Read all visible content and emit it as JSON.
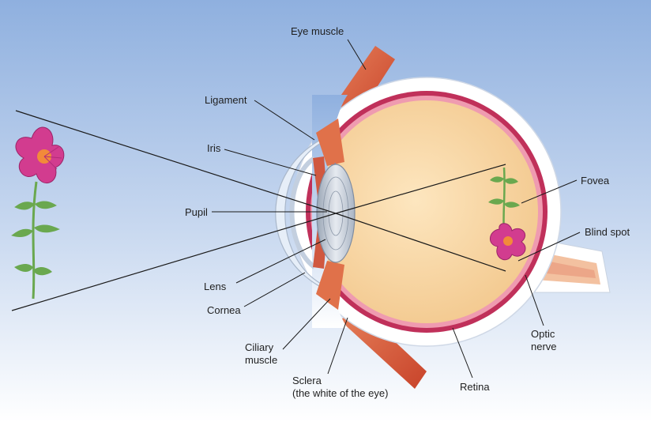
{
  "labels": {
    "eye_muscle": "Eye muscle",
    "ligament": "Ligament",
    "iris": "Iris",
    "pupil": "Pupil",
    "lens": "Lens",
    "cornea": "Cornea",
    "ciliary_muscle_1": "Ciliary",
    "ciliary_muscle_2": "muscle",
    "sclera_1": "Sclera",
    "sclera_2": "(the white of the eye)",
    "retina": "Retina",
    "optic_nerve_1": "Optic",
    "optic_nerve_2": "nerve",
    "blind_spot": "Blind spot",
    "fovea": "Fovea"
  },
  "colors": {
    "background_top": "#8fb0df",
    "background_bottom": "#ffffff",
    "sclera": "#ffffff",
    "choroid": "#c0305a",
    "vitreous": "#f8d9a8",
    "muscle": "#d9603a",
    "lens": "#cdd3dc",
    "flower": "#d23c8f",
    "stem": "#6aa84f"
  }
}
